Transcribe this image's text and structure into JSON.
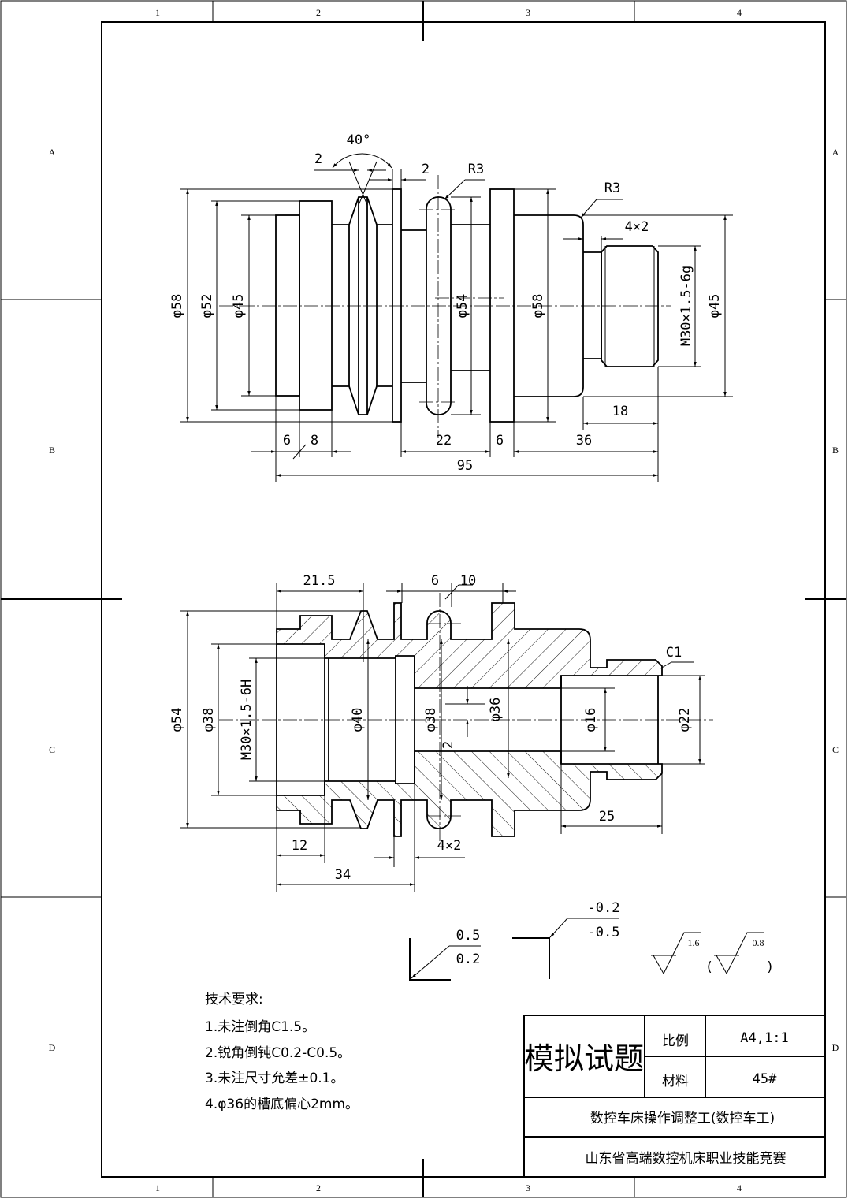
{
  "zones": {
    "columns": [
      "1",
      "2",
      "3",
      "4"
    ],
    "rows": [
      "A",
      "B",
      "C",
      "D"
    ]
  },
  "top_view": {
    "angle": "40°",
    "groove_width": "2",
    "flange_width": "2",
    "slot_radius": "R3",
    "corner_radius": "R3",
    "undercut": "4×2",
    "dia_58_left": "φ58",
    "dia_52": "φ52",
    "dia_45_left": "φ45",
    "dia_54": "φ54",
    "dia_58_right": "φ58",
    "thread": "M30×1.5-6g",
    "dia_45_right": "φ45",
    "len_18": "18",
    "len_6a": "6",
    "len_8": "8",
    "len_22": "22",
    "len_6b": "6",
    "len_36": "36",
    "len_95": "95"
  },
  "section_view": {
    "len_21_5": "21.5",
    "len_6": "6",
    "len_10": "10",
    "dia_54": "φ54",
    "dia_38_left": "φ38",
    "thread": "M30×1.5-6H",
    "dia_40": "φ40",
    "dia_38_mid": "φ38",
    "offset_2": "2",
    "dia_36": "φ36",
    "dia_16": "φ16",
    "dia_22": "φ22",
    "chamfer": "C1",
    "len_25": "25",
    "len_12": "12",
    "undercut": "4×2",
    "len_34": "34"
  },
  "symbols": {
    "edge_upper": "0.5",
    "edge_lower": "0.2",
    "edge2_upper": "-0.2",
    "edge2_lower": "-0.5",
    "roughness_main": "1.6",
    "paren_open": "(",
    "roughness_other": "0.8",
    "paren_close": ")"
  },
  "tech_requirements": {
    "title": "技术要求:",
    "items": [
      "1.未注倒角C1.5。",
      "2.锐角倒钝C0.2-C0.5。",
      "3.未注尺寸允差±0.1。",
      "4.φ36的槽底偏心2mm。"
    ]
  },
  "title_block": {
    "title": "模拟试题",
    "scale_label": "比例",
    "scale_value": "A4,1:1",
    "material_label": "材料",
    "material_value": "45#",
    "job": "数控车床操作调整工(数控车工)",
    "event": "山东省高端数控机床职业技能竞赛"
  }
}
